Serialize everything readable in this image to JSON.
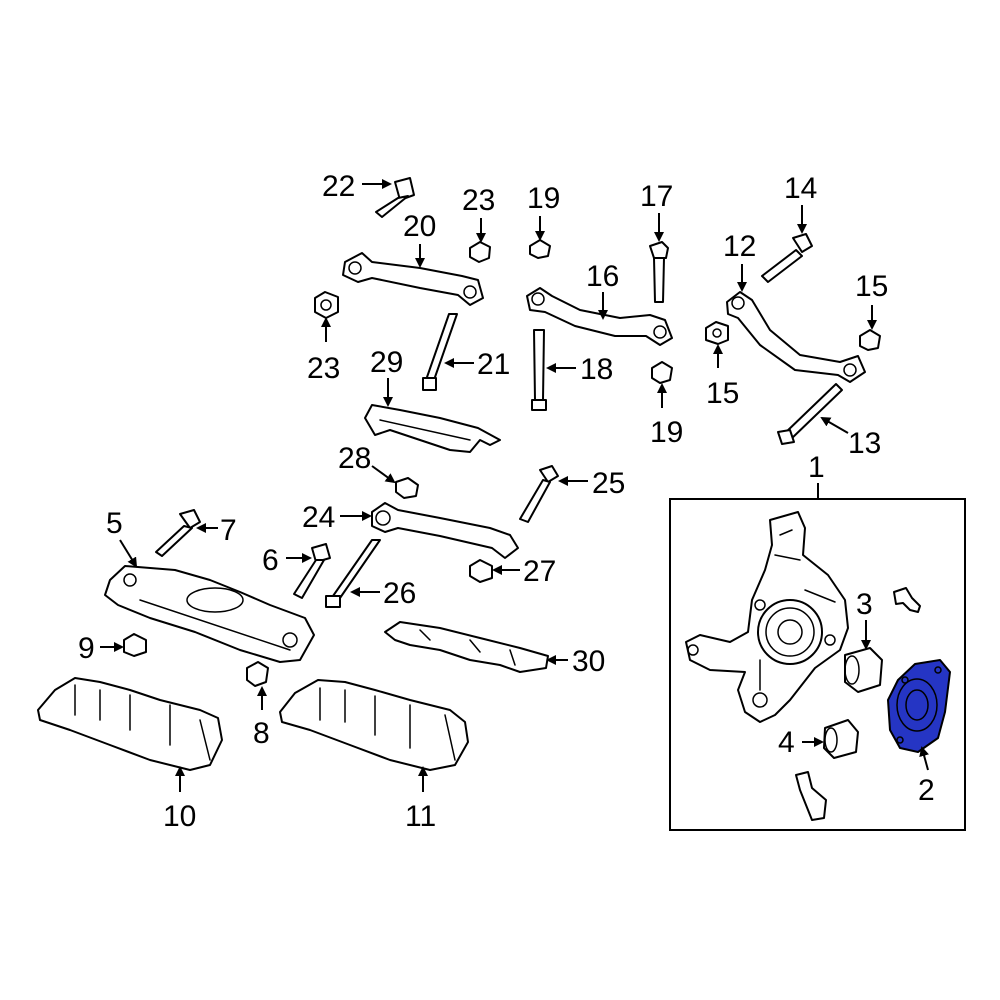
{
  "diagram": {
    "highlight_color": "#2535c4",
    "callouts": {
      "c1": "1",
      "c2": "2",
      "c3": "3",
      "c4": "4",
      "c5": "5",
      "c6": "6",
      "c7": "7",
      "c8": "8",
      "c9": "9",
      "c10": "10",
      "c11": "11",
      "c12": "12",
      "c13": "13",
      "c14": "14",
      "c15a": "15",
      "c15b": "15",
      "c16": "16",
      "c17": "17",
      "c18": "18",
      "c19a": "19",
      "c19b": "19",
      "c20": "20",
      "c21": "21",
      "c22": "22",
      "c23a": "23",
      "c23b": "23",
      "c24": "24",
      "c25": "25",
      "c26": "26",
      "c27": "27",
      "c28": "28",
      "c29": "29",
      "c30": "30"
    }
  }
}
